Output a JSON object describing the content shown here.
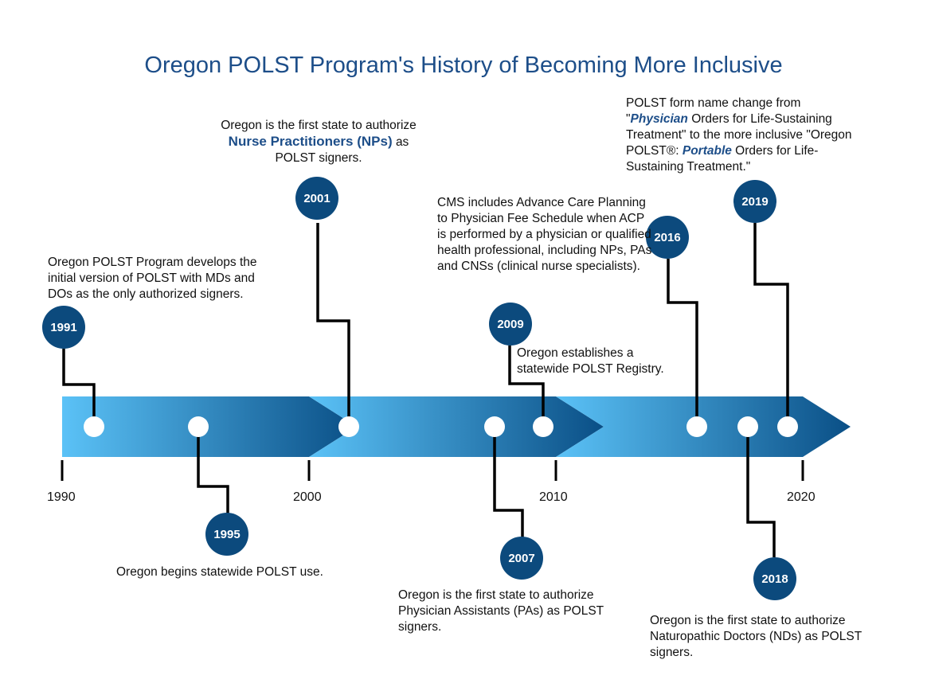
{
  "title": "Oregon POLST Program's History of Becoming More Inclusive",
  "decade_labels": [
    "1990",
    "2000",
    "2010",
    "2020"
  ],
  "colors": {
    "brand": "#0c4a7d",
    "title": "#1d4e89",
    "arrow_light": "#5bc2f7",
    "arrow_dark": "#0a4f86"
  },
  "events": [
    {
      "year": "1991",
      "text": "Oregon POLST Program develops the initial version of POLST with MDs and DOs as the only authorized signers."
    },
    {
      "year": "1995",
      "text": "Oregon begins statewide POLST use."
    },
    {
      "year": "2001",
      "text_before": "Oregon is the first state to authorize",
      "highlight": "Nurse Practitioners (NPs)",
      "text_after": "as POLST signers."
    },
    {
      "year": "2007",
      "text": "Oregon is the first state to authorize Physician Assistants (PAs) as POLST signers."
    },
    {
      "year": "2009",
      "text": "Oregon establishes a statewide POLST Registry."
    },
    {
      "year": "2016",
      "text": "CMS includes Advance Care Planning to Physician Fee Schedule when ACP is performed by a physician or qualified health professional, including NPs, PAs and CNSs (clinical nurse specialists)."
    },
    {
      "year": "2018",
      "text": "Oregon is the first state to authorize Naturopathic Doctors (NDs) as POLST signers."
    },
    {
      "year": "2019",
      "t1": "POLST form name change from \"",
      "h1": "Physician",
      "t2": " Orders for Life-Sustaining Treatment\" to the more inclusive \"Oregon POLST®: ",
      "h2": "Portable",
      "t3": " Orders for Life-Sustaining Treatment.\""
    }
  ]
}
